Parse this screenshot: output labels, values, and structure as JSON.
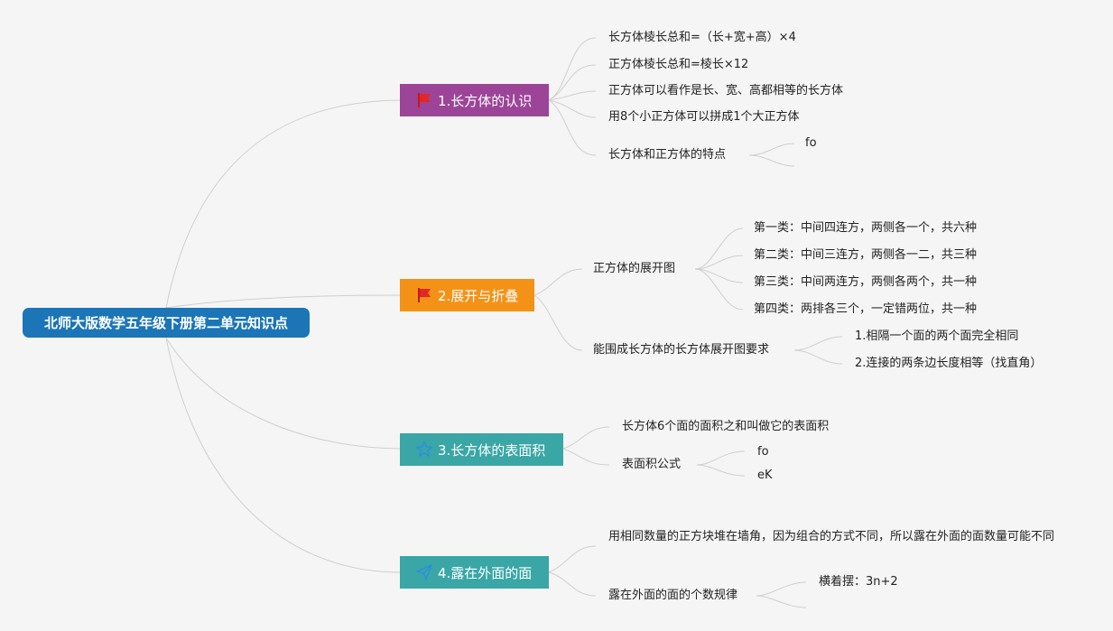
{
  "root": {
    "label": "北师大版数学五年级下册第二单元知识点"
  },
  "branches": [
    {
      "label": "1.长方体的认识",
      "color": "#9c4497",
      "icon": "red-flag-icon",
      "items": [
        "长方体棱长总和=（长+宽+高）×4",
        "正方体棱长总和=棱长×12",
        "正方体可以看作是长、宽、高都相等的长方体",
        "用8个小正方体可以拼成1个大正方体",
        "长方体和正方体的特点"
      ],
      "sub": [
        "fo"
      ]
    },
    {
      "label": "2.展开与折叠",
      "color": "#f39217",
      "icon": "red-flag-icon",
      "items": [
        "正方体的展开图",
        "能围成长方体的长方体展开图要求"
      ],
      "sub_a": [
        "第一类：中间四连方，两侧各一个，共六种",
        "第二类：中间三连方，两侧各一二，共三种",
        "第三类：中间两连方，两侧各两个，共一种",
        "第四类：两排各三个，一定错两位，共一种"
      ],
      "sub_b": [
        "1.相隔一个面的两个面完全相同",
        "2.连接的两条边长度相等（找直角）"
      ]
    },
    {
      "label": "3.长方体的表面积",
      "color": "#3aa6a6",
      "icon": "star-icon",
      "items": [
        "长方体6个面的面积之和叫做它的表面积",
        "表面积公式"
      ],
      "sub": [
        "fo",
        "eK"
      ]
    },
    {
      "label": "4.露在外面的面",
      "color": "#3aa6a6",
      "icon": "paper-plane-icon",
      "items": [
        "用相同数量的正方块堆在墙角，因为组合的方式不同，所以露在外面的面数量可能不同",
        "露在外面的面的个数规律"
      ],
      "sub": [
        "横着摆：3n+2"
      ]
    }
  ]
}
